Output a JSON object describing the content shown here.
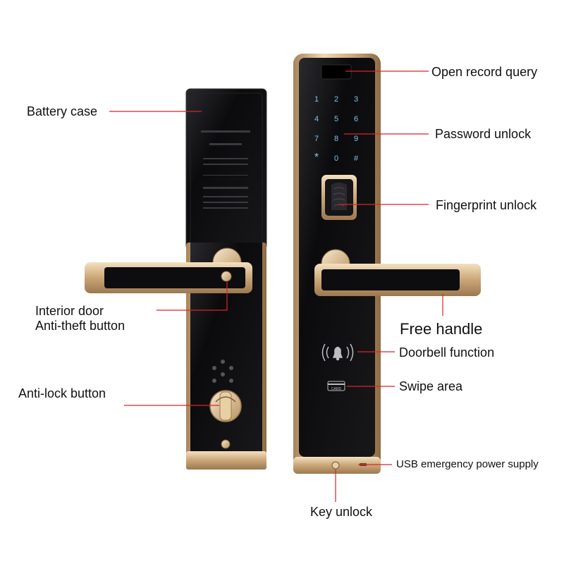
{
  "labels": {
    "battery_case": "Battery case",
    "interior_door_1": "Interior door",
    "interior_door_2": "Anti-theft button",
    "anti_lock": "Anti-lock button",
    "open_record": "Open record query",
    "password_unlock": "Password unlock",
    "fingerprint_unlock": "Fingerprint unlock",
    "free_handle": "Free handle",
    "doorbell": "Doorbell function",
    "swipe_area": "Swipe area",
    "usb_power": "USB emergency power supply",
    "key_unlock": "Key unlock"
  },
  "keypad": [
    "1",
    "2",
    "3",
    "4",
    "5",
    "6",
    "7",
    "8",
    "9",
    "*",
    "0",
    "#"
  ],
  "card_text": "CARD",
  "colors": {
    "leader_line": "#d9242a",
    "gold": "#c9a678",
    "panel": "#0b0b0d",
    "key_glow": "#7fc4e8"
  }
}
